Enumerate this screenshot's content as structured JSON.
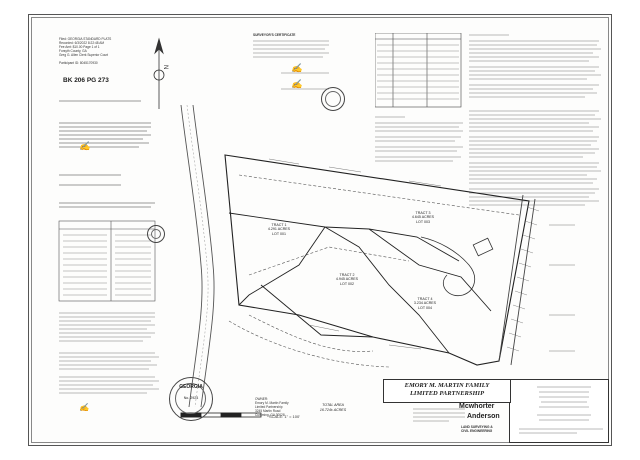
{
  "plat": {
    "book_page": "BK 206  PG 273",
    "top_left_box": "Filed: GEORGIA STANDARD PLATS\nRecorded: 6/3/2022 8:22:48 AM\nFee Amt: $10.00  Page 1 of 1\nForsyth County, GA\nGreg G. Allen Clerk Superior Court\n\nParticipant ID: 8045170930",
    "surveyors_certificate_title": "SURVEYOR'S CERTIFICATE",
    "owners_certificate_title": "OWNER'S CERTIFICATE",
    "tract_1": "TRACT 1\n4.291 ACRES\nLOT 001",
    "tract_2": "TRACT 2\n4.945 ACRES\nLOT 002",
    "tract_3": "TRACT 3\n4.645 ACRES\nLOT 003",
    "tract_4": "TRACT 4\n3.234 ACRES\nLOT 004",
    "total_area_label": "TOTAL AREA",
    "total_area_value": "16.724± ACRES",
    "owner_box": "OWNER:\nEmory M. Martin Family\nLimited Partnership\n3245 Martin Road\nCumming, GA 30028",
    "company_line1": "EMORY M. MARTIN FAMILY",
    "company_line2": "LIMITED PARTNERSHIP",
    "firm_name_1": "Mcwhorter",
    "firm_name_2": "Anderson",
    "firm_tagline": "LAND SURVEYING &\nCIVIL ENGINEERING",
    "scale_text": "SCALE: 1\" = 100'",
    "seal_text": "GEORGIA",
    "seal_number": "No. 2924"
  }
}
